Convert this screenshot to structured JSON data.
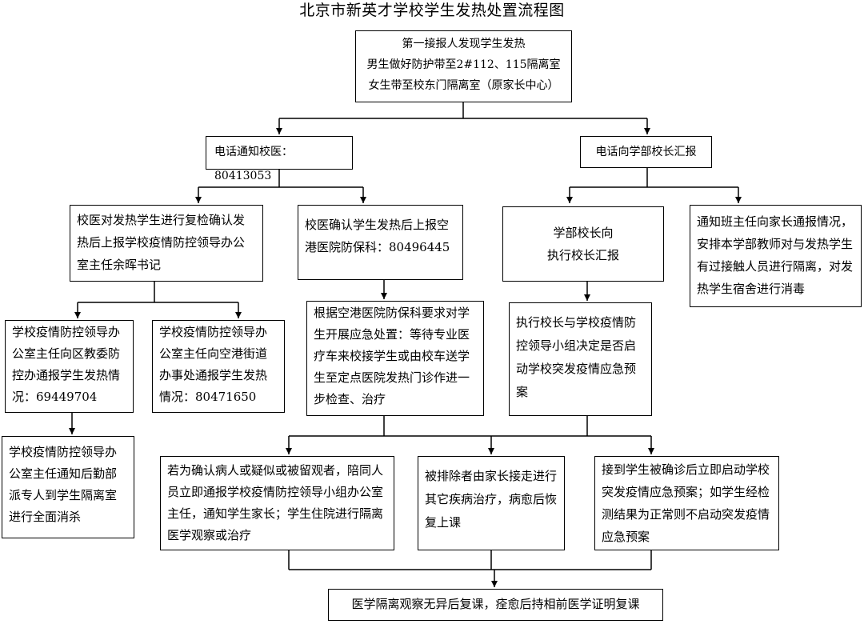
{
  "title": "北京市新英才学校学生发热处置流程图",
  "nodes": {
    "top": "第一接报人发现学生发热\n男生做好防护带至2#112、115隔离室\n女生带至校东门隔离室（原家长中心）",
    "notify_doctor": "电话通知校医：80413053",
    "report_principal": "电话向学部校长汇报",
    "doctor_recheck": "校医对发热学生进行复检确认发热后上报学校疫情防控领导办公室主任余晖书记",
    "doctor_report_hospital": "校医确认学生发热后上报空港医院防保科：80496445",
    "principal_to_exec": "学部校长向\n执行校长汇报",
    "notify_class_teacher": "通知班主任向家长通报情况，安排本学部教师对与发热学生有过接触人员进行隔离，对发热学生宿舍进行消毒",
    "office_to_district": "学校疫情防控领导办公室主任向区教委防控办通报学生发热情况：69449704",
    "office_to_street": "学校疫情防控领导办公室主任向空港街道办事处通报学生发热情况：80471650",
    "hospital_requirements": "根据空港医院防保科要求对学生开展应急处置：等待专业医疗车来校接学生或由校车送学生至定点医院发热门诊作进一步检查、治疗",
    "exec_decide": "执行校长与学校疫情防控领导小组决定是否启动学校突发疫情应急预案",
    "disinfect": "学校疫情防控领导办公室主任通知后勤部派专人到学生隔离室进行全面消杀",
    "confirmed_case": "若为确认病人或疑似或被留观者，陪同人员立即通报学校疫情防控领导小组办公室主任，通知学生家长；学生住院进行隔离医学观察或治疗",
    "excluded_case": "被排除者由家长接走进行其它疾病治疗，病愈后恢复上课",
    "emergency_plan": "接到学生被确诊后立即启动学校突发疫情应急预案；如学生经检测结果为正常则不启动突发疫情应急预案",
    "resume_class": "医学隔离观察无异后复课，痊愈后持相前医学证明复课"
  }
}
